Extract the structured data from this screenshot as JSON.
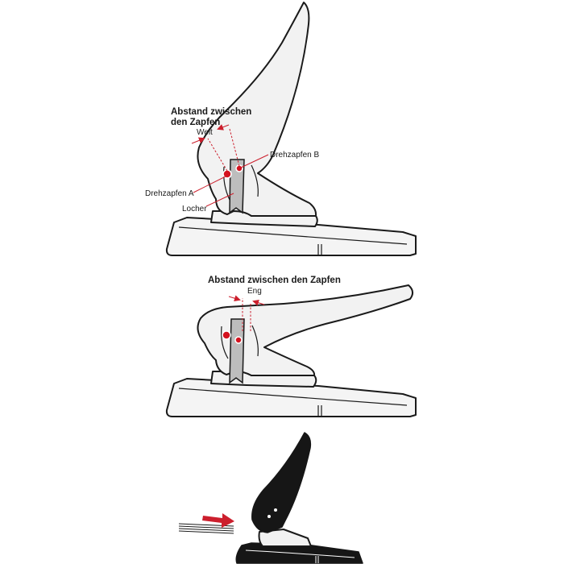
{
  "diagram1": {
    "title_line1": "Abstand zwischen",
    "title_line2": "den Zapfen",
    "label_weit": "Weit",
    "label_pivot_b": "Drehzapfen B",
    "label_pivot_a": "Drehzapfen A",
    "label_locher": "Locher"
  },
  "diagram2": {
    "title": "Abstand zwischen den Zapfen",
    "label_eng": "Eng"
  },
  "colors": {
    "accent": "#cc1f2d",
    "pivot": "#d4121f",
    "outline": "#1a1a1a",
    "body": "#f2f2f2",
    "dark_handle": "#161616"
  }
}
